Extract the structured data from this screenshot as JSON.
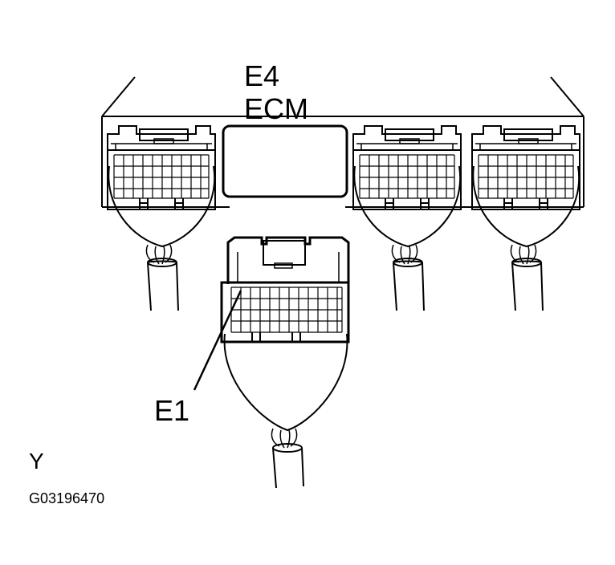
{
  "labels": {
    "e4": "E4",
    "ecm": "ECM",
    "e1": "E1",
    "view": "Y",
    "code": "G03196470"
  }
}
